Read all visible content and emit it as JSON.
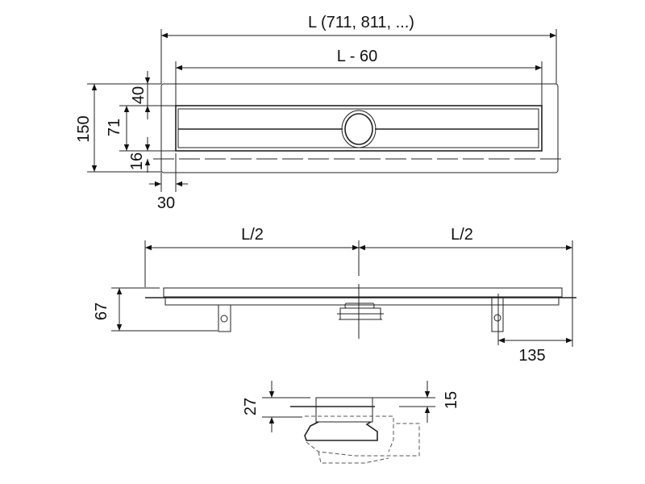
{
  "top_view": {
    "dim_length": "L (711, 811, ...)",
    "dim_inner_length": "L - 60",
    "dim_width": "150",
    "dim_top_margin": "40",
    "dim_channel": "71",
    "dim_bottom": "16",
    "dim_side": "30"
  },
  "side_view": {
    "dim_half_left": "L/2",
    "dim_half_right": "L/2",
    "dim_height": "67",
    "dim_bracket_offset": "135"
  },
  "section_view": {
    "dim_total": "27",
    "dim_top": "15"
  },
  "colors": {
    "line": "#222222",
    "background": "#ffffff"
  }
}
